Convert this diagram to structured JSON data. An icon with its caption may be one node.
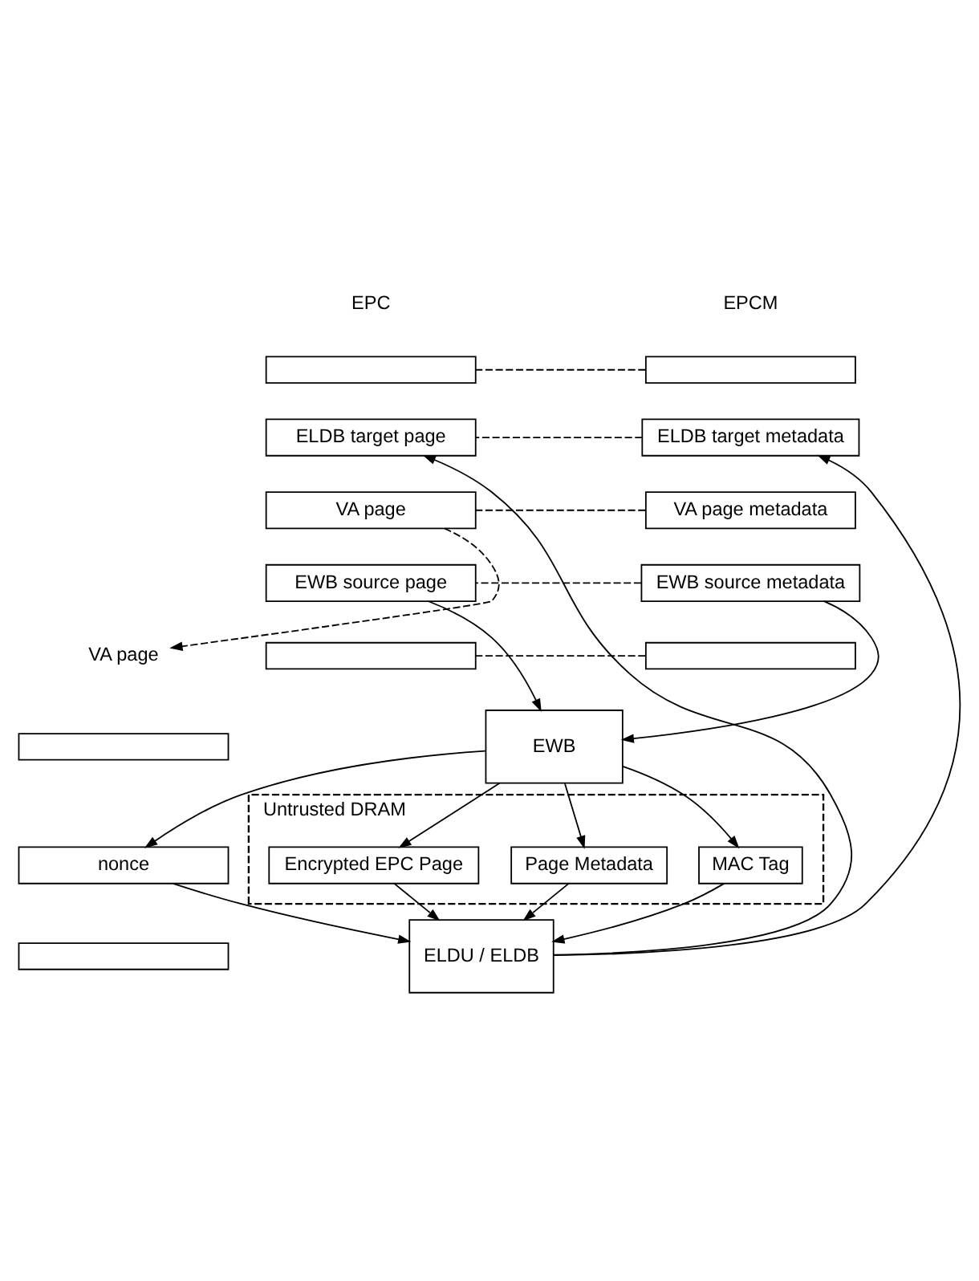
{
  "diagram": {
    "nodes": [
      {
        "text": [],
        "shape": "box"
      },
      {
        "text": [
          "ELDB target metadata"
        ]
      },
      {
        "text": [
          "VA page metadata"
        ]
      },
      {
        "text": [
          "EWB source metadata"
        ]
      },
      {
        "text": [],
        "shape": "box"
      },
      {
        "text": [],
        "shape": "box"
      },
      {
        "text": [
          "ELDB target page"
        ]
      },
      {
        "text": [
          "VA page"
        ]
      },
      {
        "text": [
          "EWB source page"
        ]
      },
      {
        "text": [],
        "shape": "box"
      },
      {
        "text": [
          "EWB"
        ]
      },
      {
        "text": [
          "VA page"
        ]
      },
      {
        "text": [],
        "shape": "box"
      },
      {
        "text": [
          "nonce"
        ]
      },
      {
        "text": [],
        "shape": "box"
      },
      {
        "text": [
          "Untrusted DRAM"
        ]
      },
      {
        "text": [
          "Encrypted EPC Page"
        ],
        "in": 15
      },
      {
        "text": [
          "Page Metadata"
        ],
        "in": 15
      },
      {
        "text": [
          "MAC Tag"
        ],
        "in": 15
      },
      {
        "text": [
          "ELDU / ELDB"
        ]
      }
    ],
    "edges": [
      {
        "from": 0,
        "to": 5,
        "arrow": "none",
        "style": "dashed"
      },
      {
        "from": 1,
        "to": 6,
        "arrow": "none",
        "style": "dashed"
      },
      {
        "from": 2,
        "to": 7,
        "arrow": "none",
        "style": "dashed"
      },
      {
        "from": 3,
        "to": 8,
        "arrow": "none",
        "style": "dashed"
      },
      {
        "from": 4,
        "to": 9,
        "arrow": "none",
        "style": "dashed"
      },
      {
        "from": 3,
        "to": 10,
        "arrow": "to"
      },
      {
        "from": 8,
        "to": 10,
        "arrow": "to"
      },
      {
        "from": 7,
        "to": 11,
        "arrow": "to",
        "style": "dashed"
      },
      {
        "from": 10,
        "to": 16,
        "arrow": "to"
      },
      {
        "from": 10,
        "to": 17,
        "arrow": "to"
      },
      {
        "from": 10,
        "to": 18,
        "arrow": "to"
      },
      {
        "from": 10,
        "to": 13,
        "arrow": "to"
      },
      {
        "from": 16,
        "to": 19,
        "arrow": "to"
      },
      {
        "from": 17,
        "to": 19,
        "arrow": "to"
      },
      {
        "from": 18,
        "to": 19,
        "arrow": "to"
      },
      {
        "from": 13,
        "to": 19,
        "arrow": "to"
      },
      {
        "from": 19,
        "to": 1,
        "arrow": "to"
      },
      {
        "from": 19,
        "to": 6,
        "arrow": "to"
      }
    ],
    "labels": [
      "EPCM",
      "EPC"
    ]
  }
}
